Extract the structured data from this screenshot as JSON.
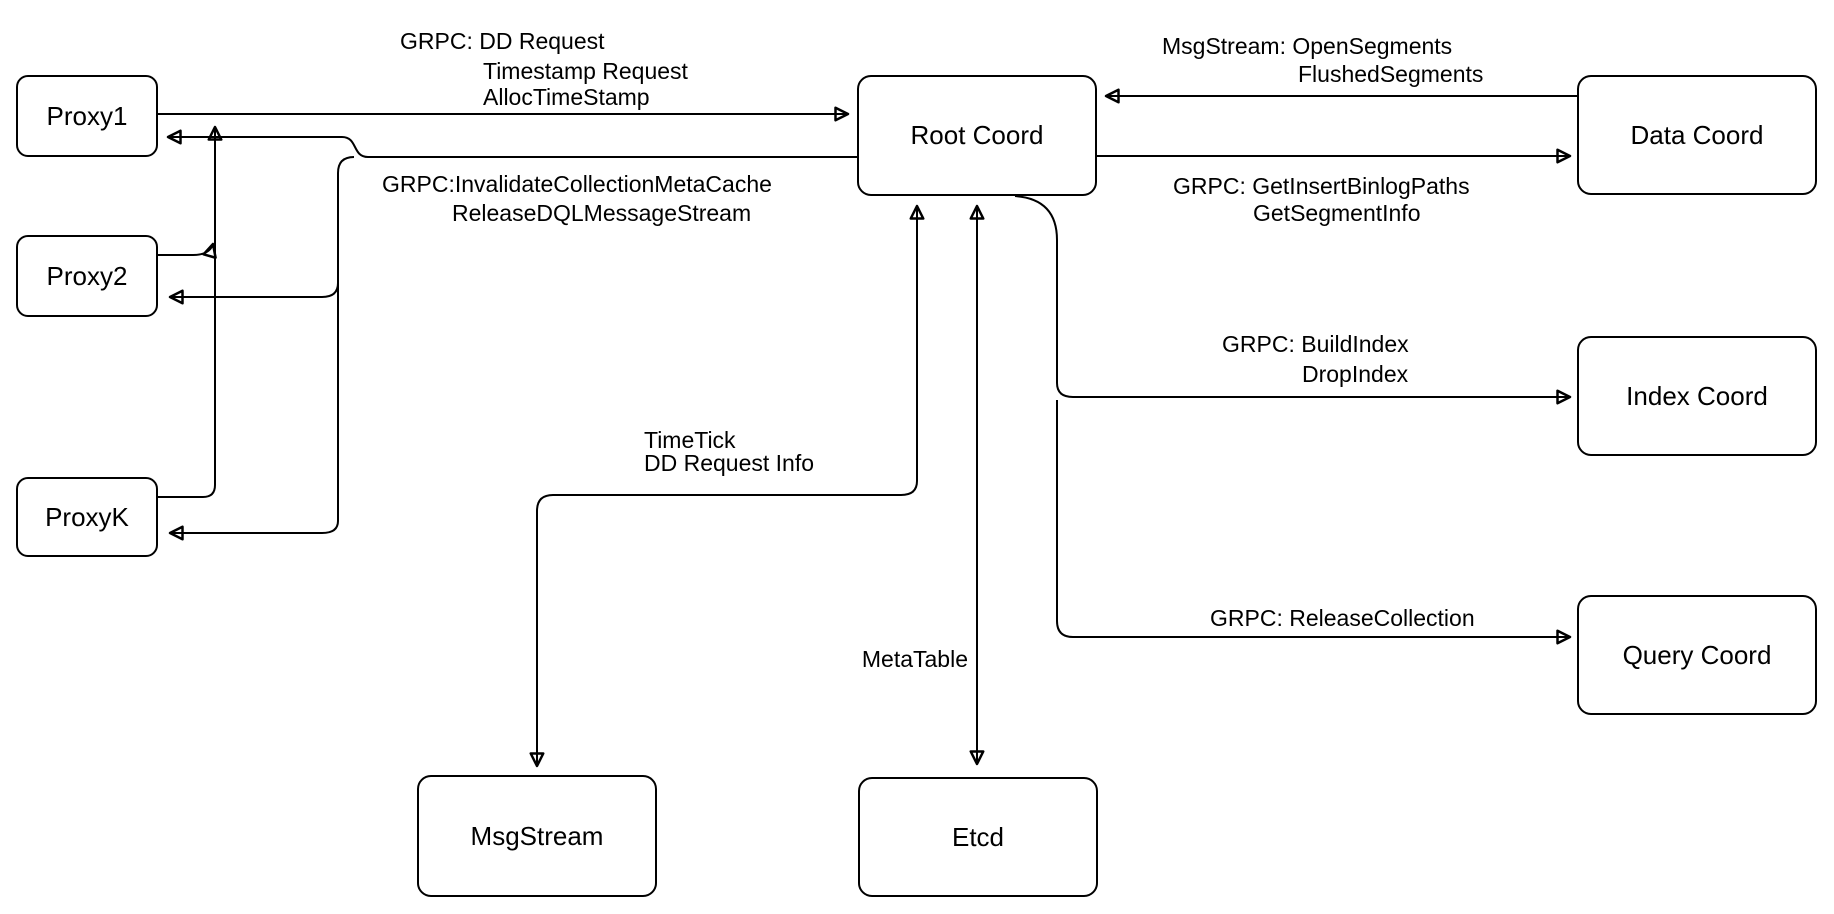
{
  "diagram": {
    "kind": "architecture-diagram",
    "colors": {
      "background": "#ffffff",
      "node_fill": "#ffffff",
      "node_border": "#000000",
      "edge": "#000000",
      "text": "#000000"
    },
    "nodes": {
      "proxy1": {
        "label": "Proxy1"
      },
      "proxy2": {
        "label": "Proxy2"
      },
      "proxyk": {
        "label": "ProxyK"
      },
      "root_coord": {
        "label": "Root Coord"
      },
      "data_coord": {
        "label": "Data Coord"
      },
      "index_coord": {
        "label": "Index Coord"
      },
      "query_coord": {
        "label": "Query Coord"
      },
      "msgstream": {
        "label": "MsgStream"
      },
      "etcd": {
        "label": "Etcd"
      }
    },
    "edge_labels": {
      "proxies_to_root": {
        "line1": "GRPC: DD Request",
        "line2": "Timestamp Request",
        "line3": "AllocTimeStamp"
      },
      "root_to_proxies": {
        "line1": "GRPC:InvalidateCollectionMetaCache",
        "line2": "ReleaseDQLMessageStream"
      },
      "data_to_root": {
        "line1": "MsgStream: OpenSegments",
        "line2": "FlushedSegments"
      },
      "root_to_data": {
        "line1": "GRPC: GetInsertBinlogPaths",
        "line2": "GetSegmentInfo"
      },
      "root_to_index": {
        "line1": "GRPC: BuildIndex",
        "line2": "DropIndex"
      },
      "root_to_query": {
        "line1": "GRPC: ReleaseCollection"
      },
      "root_to_msgstream": {
        "line1": "TimeTick",
        "line2": "DD Request Info"
      },
      "root_to_etcd": {
        "line1": "MetaTable"
      }
    }
  }
}
